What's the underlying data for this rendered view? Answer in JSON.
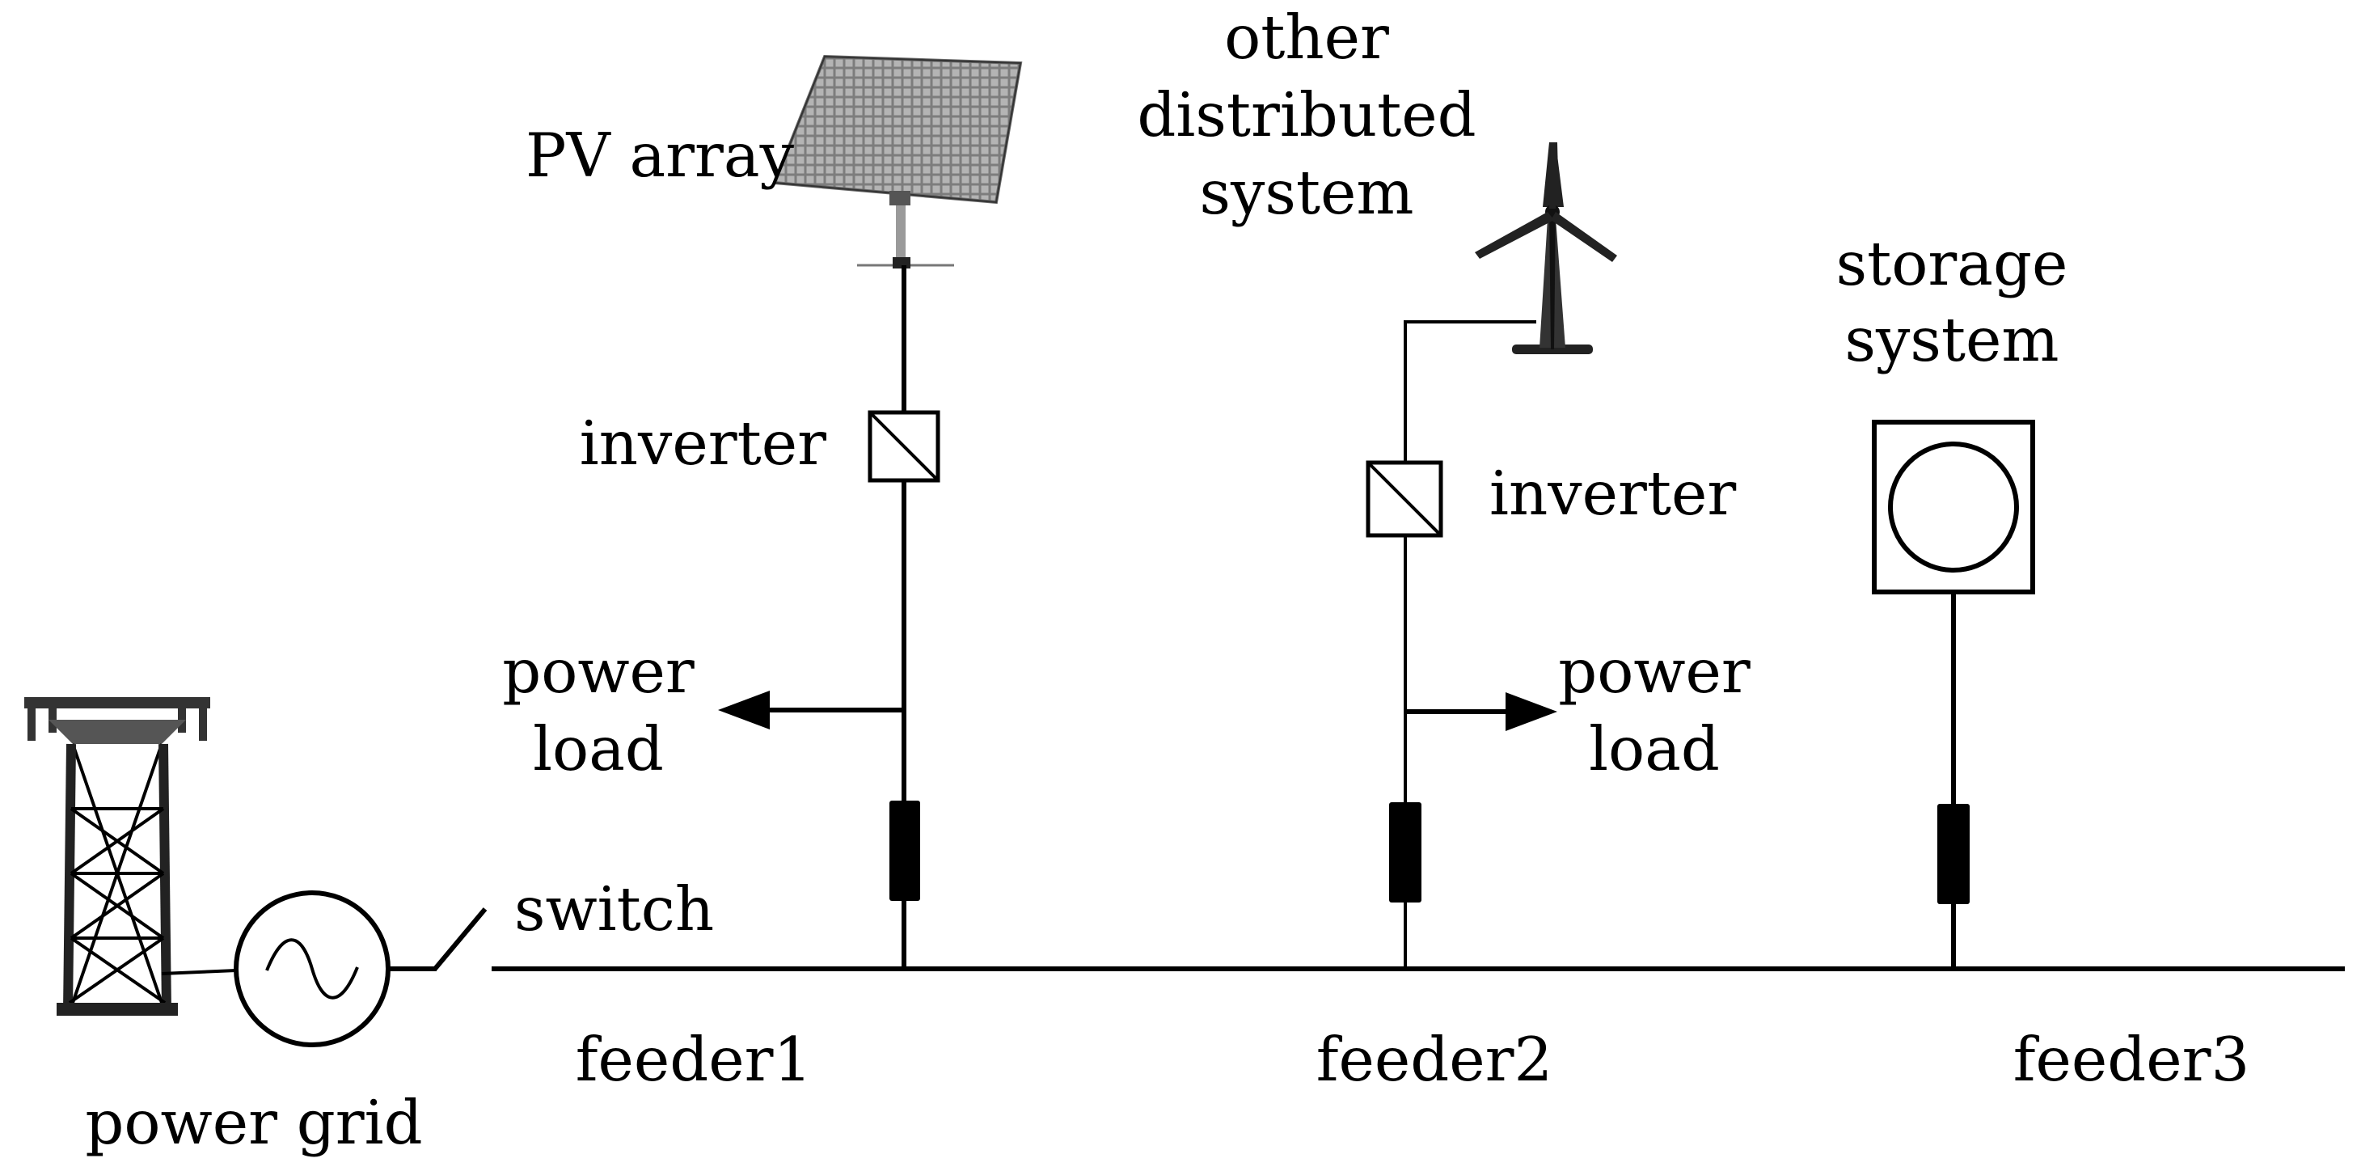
{
  "labels": {
    "pv_array": "PV array",
    "other_distributed_line1": "other",
    "other_distributed_line2": "distributed",
    "other_distributed_line3": "system",
    "storage_line1": "storage",
    "storage_line2": "system",
    "inverter_1": "inverter",
    "inverter_2": "inverter",
    "power_load_1_line1": "power",
    "power_load_1_line2": "load",
    "power_load_2_line1": "power",
    "power_load_2_line2": "load",
    "switch": "switch",
    "feeder1": "feeder1",
    "feeder2": "feeder2",
    "feeder3": "feeder3",
    "power_grid": "power grid"
  },
  "icons": {
    "pv": "solar-panel-icon",
    "wind": "wind-turbine-icon",
    "storage": "storage-unit-icon",
    "tower": "transmission-tower-icon",
    "generator": "ac-source-icon",
    "inverter": "inverter-icon",
    "breaker": "breaker-icon",
    "switch": "switch-icon"
  },
  "colors": {
    "line": "#000000",
    "panel_frame": "#7d7d7d",
    "panel_cell": "#a9a9a9",
    "background": "#ffffff"
  }
}
